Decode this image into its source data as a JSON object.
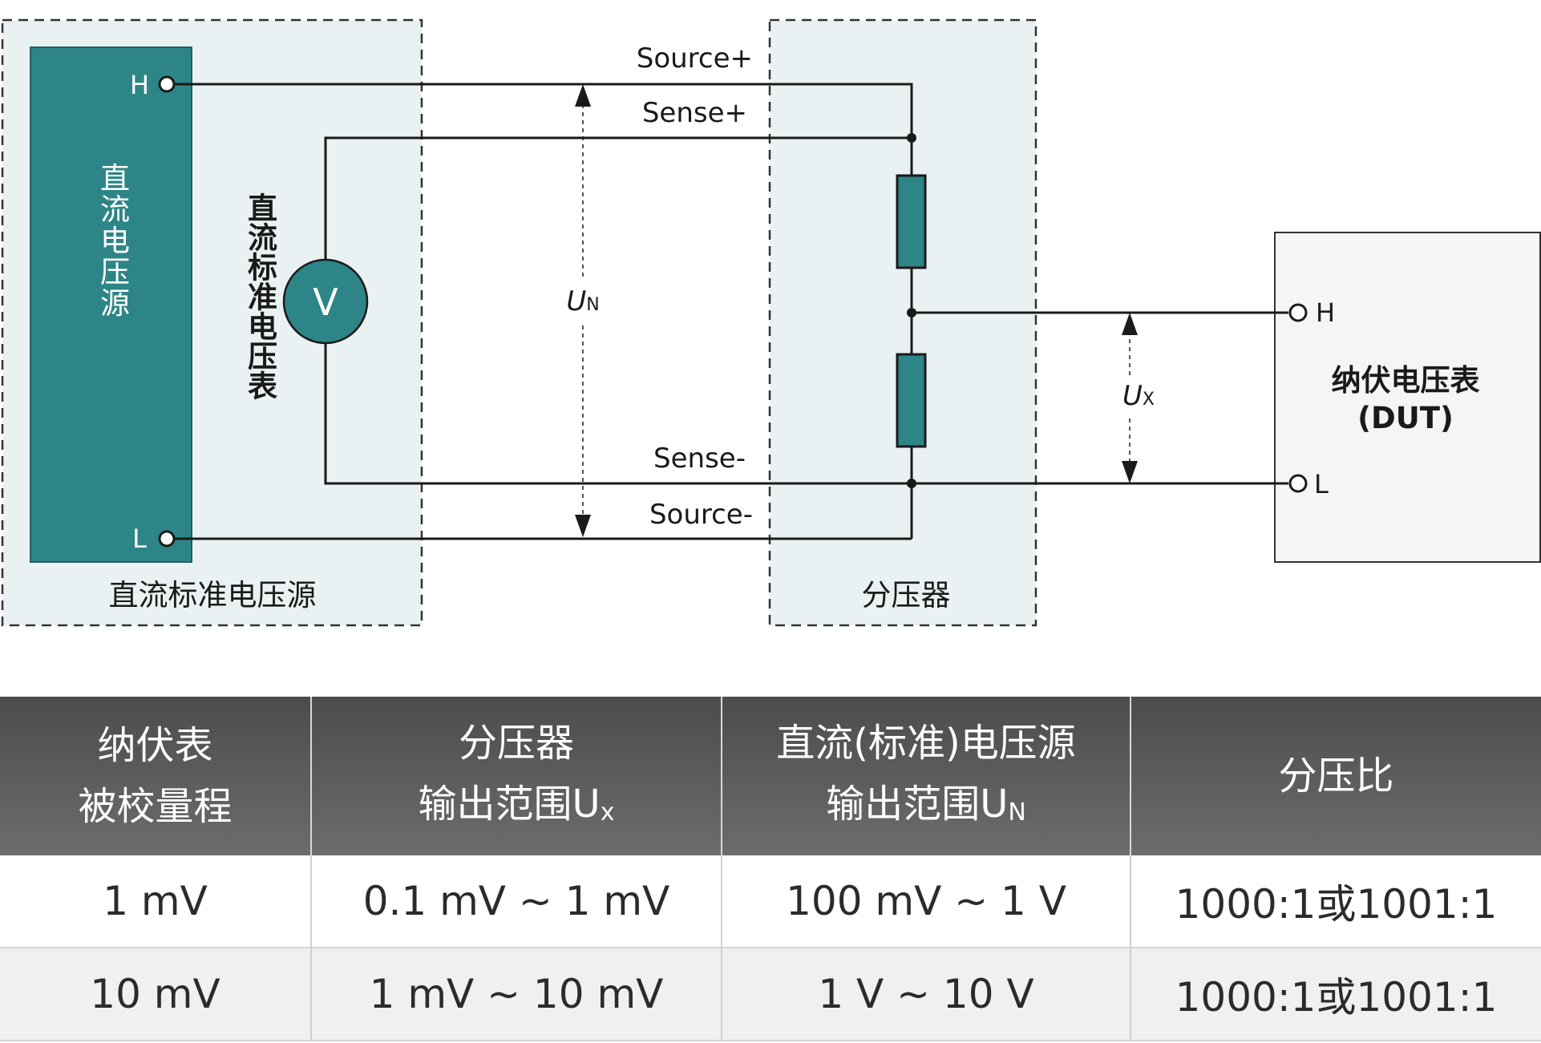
{
  "diagram": {
    "source_box": {
      "title": "直流标准电压源",
      "inner_label": "直流电压源",
      "terminal_h": "H",
      "terminal_l": "L",
      "voltmeter_label": "直流标准电压表",
      "voltmeter_symbol": "V"
    },
    "divider_box": {
      "title": "分压器"
    },
    "dut_box": {
      "title_line1": "纳伏电压表",
      "title_line2": "(DUT)",
      "terminal_h": "H",
      "terminal_l": "L"
    },
    "wire_labels": {
      "source_plus": "Source+",
      "sense_plus": "Sense+",
      "sense_minus": "Sense-",
      "source_minus": "Source-"
    },
    "un_label": {
      "main": "U",
      "sub": "N"
    },
    "ux_label": {
      "main": "U",
      "sub": "X"
    },
    "colors": {
      "teal": "#2d8587",
      "box_fill": "#e9f1f2",
      "dut_fill": "#f3f5f6",
      "wire": "#1a1a1a"
    }
  },
  "table": {
    "headers": [
      {
        "line1": "纳伏表",
        "line2": "被校量程",
        "line2_sub": ""
      },
      {
        "line1": "分压器",
        "line2": "输出范围U",
        "line2_sub": "x"
      },
      {
        "line1": "直流(标准)电压源",
        "line2": "输出范围U",
        "line2_sub": "N"
      },
      {
        "line1": "分压比",
        "line2": "",
        "line2_sub": ""
      }
    ],
    "rows": [
      [
        "1 mV",
        "0.1 mV ~ 1 mV",
        "100 mV ~ 1 V",
        "1000:1或1001:1"
      ],
      [
        "10 mV",
        "1 mV ~ 10 mV",
        "1 V ~ 10 V",
        "1000:1或1001:1"
      ]
    ]
  }
}
